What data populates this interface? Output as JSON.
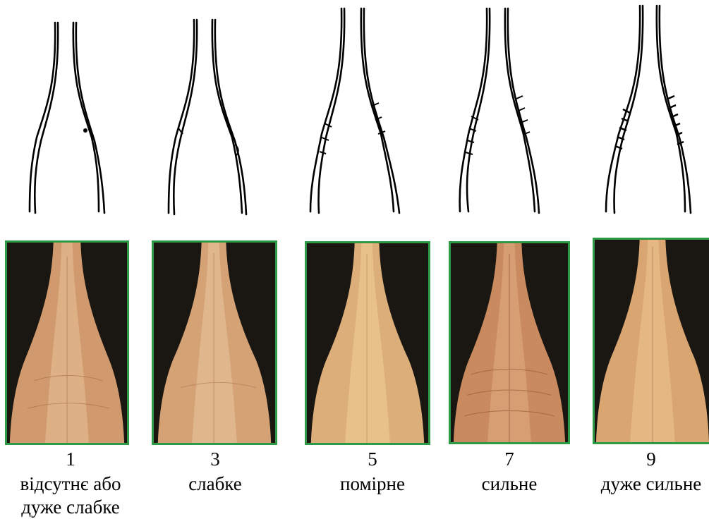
{
  "colors": {
    "frame": "#2e9a45",
    "background": "#1a1612",
    "leaf": "#d19a6e",
    "sketch": "#000000"
  },
  "levels": [
    {
      "score": "1",
      "label_line1": "відсутнє або",
      "label_line2": "дуже слабке"
    },
    {
      "score": "3",
      "label_line1": "слабке",
      "label_line2": ""
    },
    {
      "score": "5",
      "label_line1": "помірне",
      "label_line2": ""
    },
    {
      "score": "7",
      "label_line1": "сильне",
      "label_line2": ""
    },
    {
      "score": "9",
      "label_line1": "дуже сильне",
      "label_line2": ""
    }
  ]
}
